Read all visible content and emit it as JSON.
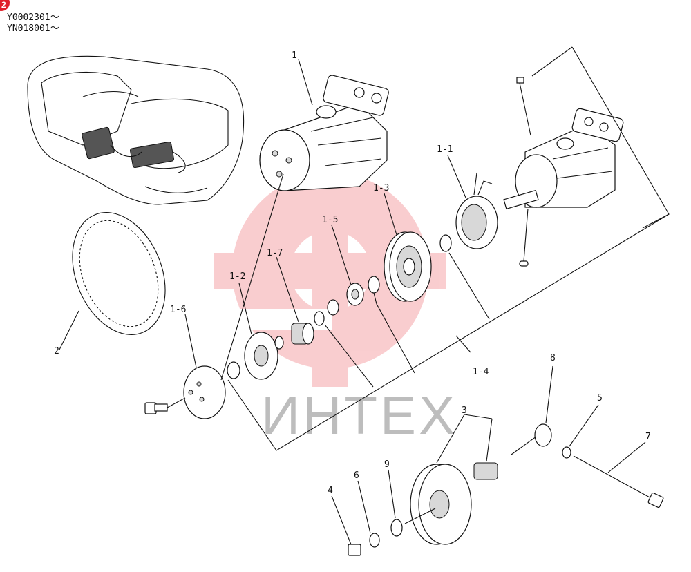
{
  "badge": "2",
  "serials": [
    "Y0002301～",
    "YN018001～"
  ],
  "watermark": {
    "text": "ИНТЕХ",
    "color": "#e8202a"
  },
  "labels": {
    "p1": "1",
    "p1_1": "1-1",
    "p1_2": "1-2",
    "p1_3": "1-3",
    "p1_4": "1-4",
    "p1_5": "1-5",
    "p1_6": "1-6",
    "p1_7": "1-7",
    "p2": "2",
    "p3": "3",
    "p4": "4",
    "p5": "5",
    "p6": "6",
    "p7": "7",
    "p8": "8",
    "p9": "9"
  }
}
